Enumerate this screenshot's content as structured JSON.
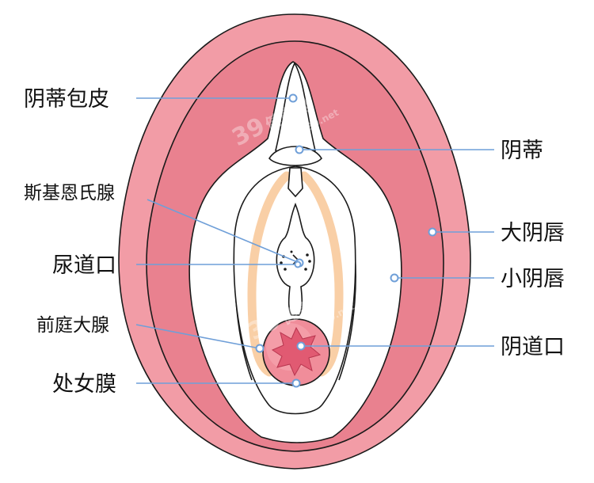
{
  "labels": {
    "clitoral_hood": "阴蒂包皮",
    "clitoris": "阴蒂",
    "skenes_glands": "斯基恩氏腺",
    "labia_majora": "大阴唇",
    "urethral_opening": "尿道口",
    "labia_minora": "小阴唇",
    "bartholin_glands": "前庭大腺",
    "vaginal_opening": "阴道口",
    "hymen": "处女膜"
  },
  "watermark": {
    "brand_number": "39",
    "brand_name": "健康网",
    "url": "39.net"
  },
  "colors": {
    "outer_ring": "#f29ca6",
    "outer_ring_inner": "#e9818f",
    "inner_body": "#ffffff",
    "vestibule_band": "#f9cfa6",
    "hymen_fill": "#f08d9a",
    "opening_fill": "#e15a72",
    "leader_line": "#6f9fd8"
  }
}
